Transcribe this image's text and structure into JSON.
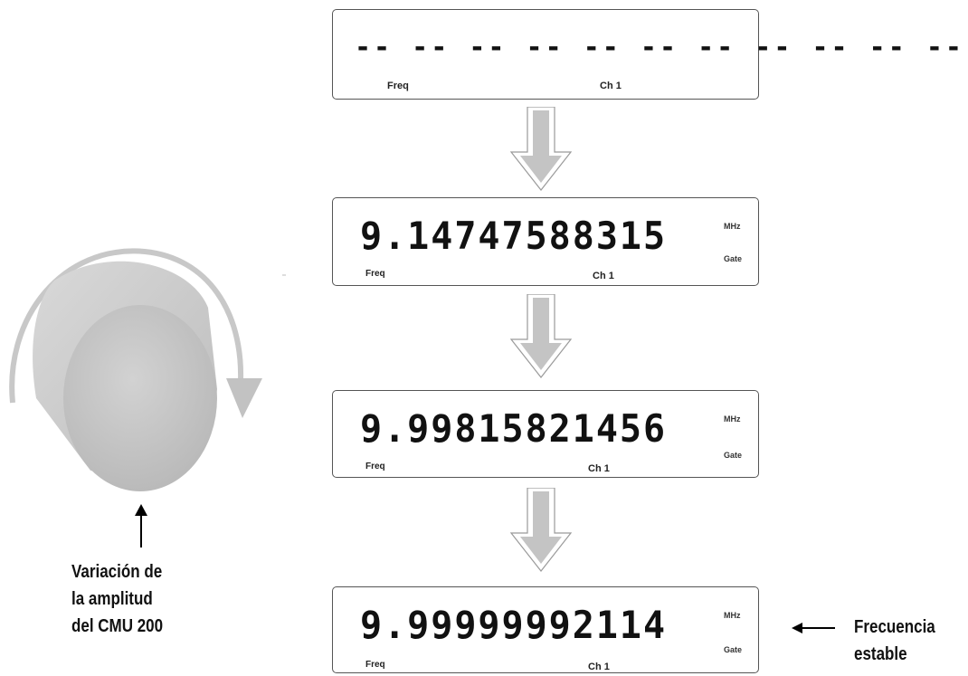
{
  "displays": [
    {
      "value": "-- -- -- -- -- -- -- -- -- -- --",
      "freq_label": "Freq",
      "channel_label": "Ch 1",
      "unit": "",
      "gate": ""
    },
    {
      "value": "9.14747588315",
      "freq_label": "Freq",
      "channel_label": "Ch 1",
      "unit": "MHz",
      "gate": "Gate"
    },
    {
      "value": "9.99815821456",
      "freq_label": "Freq",
      "channel_label": "Ch 1",
      "unit": "MHz",
      "gate": "Gate"
    },
    {
      "value": "9.99999992114",
      "freq_label": "Freq",
      "channel_label": "Ch 1",
      "unit": "MHz",
      "gate": "Gate"
    }
  ],
  "captions": {
    "knob_line1": "Variación de",
    "knob_line2": "la amplitud",
    "knob_line3": "del CMU 200",
    "stable_line1": "Frecuencia",
    "stable_line2": "estable"
  }
}
